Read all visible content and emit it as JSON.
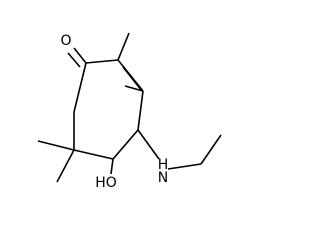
{
  "molecule": {
    "atom_labels": {
      "carbonyl_oxygen": "O",
      "amine_nitrogen": "H",
      "amine_nitrogen_symbol": "N",
      "hydroxyl": "HO"
    },
    "colors": {
      "bond": "#000000",
      "label": "#000000",
      "background": "#ffffff"
    }
  }
}
